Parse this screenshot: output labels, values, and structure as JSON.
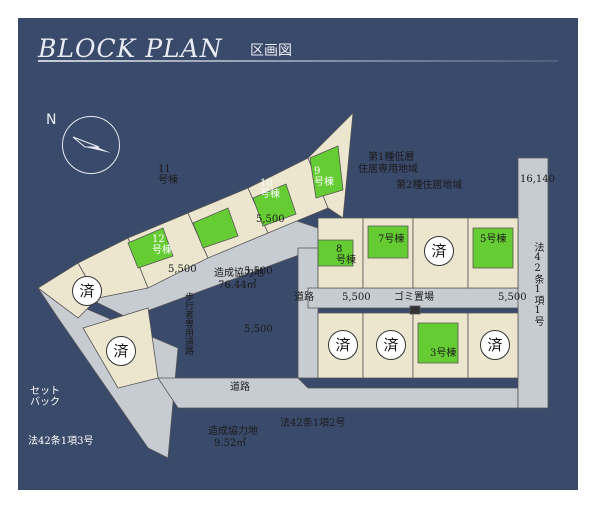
{
  "header": {
    "title": "BLOCK PLAN",
    "title_jp": "区画図",
    "north": "N"
  },
  "lots": {
    "l11": "11\n号棟",
    "l10": "10\n号棟",
    "l9": "9\n号棟",
    "l12": "12\n号棟",
    "l8": "8\n号棟",
    "l7": "7号棟",
    "l5": "5号棟",
    "l3": "3号棟"
  },
  "sold_mark": "済",
  "roads": {
    "w5500_a": "5,500",
    "w5500_b": "5,500",
    "w5500_c": "5,500",
    "w5500_d": "5,500",
    "w5500_e": "5,500",
    "w5500_f": "5,500",
    "w16140": "16,140",
    "road_upper": "道路",
    "road_lower": "道路",
    "pedestrian": "歩行者専用道路",
    "garbage": "ゴミ置場",
    "art42_1_1": "法42条1項1号",
    "art42_1_2": "法42条1項2号",
    "art42_1_3": "法42条1項3号",
    "setback": "セット\nバック"
  },
  "zoning": {
    "line1": "第1種低層",
    "line2": "住居専用地域",
    "line3": "第2種住居地域"
  },
  "cooperation": {
    "upper_label": "造成協力地",
    "upper_area": "76.44㎡",
    "lower_label": "造成協力地",
    "lower_area": "9.52㎡"
  },
  "colors": {
    "background": "#3a4a6b",
    "lot": "#ece6cf",
    "road": "#c7ccd3",
    "green_house": "#66cc33"
  }
}
